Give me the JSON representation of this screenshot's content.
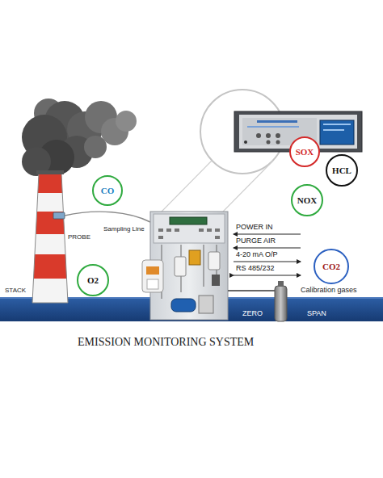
{
  "diagram": {
    "title": "EMISSION MONITORING SYSTEM",
    "nodes": [
      {
        "text": [
          "SOX"
        ]
      },
      {
        "text": [
          "HCL"
        ]
      },
      {
        "text": [
          "CO"
        ]
      },
      {
        "text": [
          "NOX"
        ]
      },
      {
        "text": [
          "CO2"
        ]
      },
      {
        "text": [
          "O2"
        ]
      }
    ],
    "labels": [
      "STACK",
      "PROBE",
      "Sampling Line",
      "POWER IN",
      "PURGE AIR",
      "4-20 mA O/P",
      "RS 485/232",
      "Calibration gases",
      "ZERO",
      "SPAN"
    ]
  }
}
